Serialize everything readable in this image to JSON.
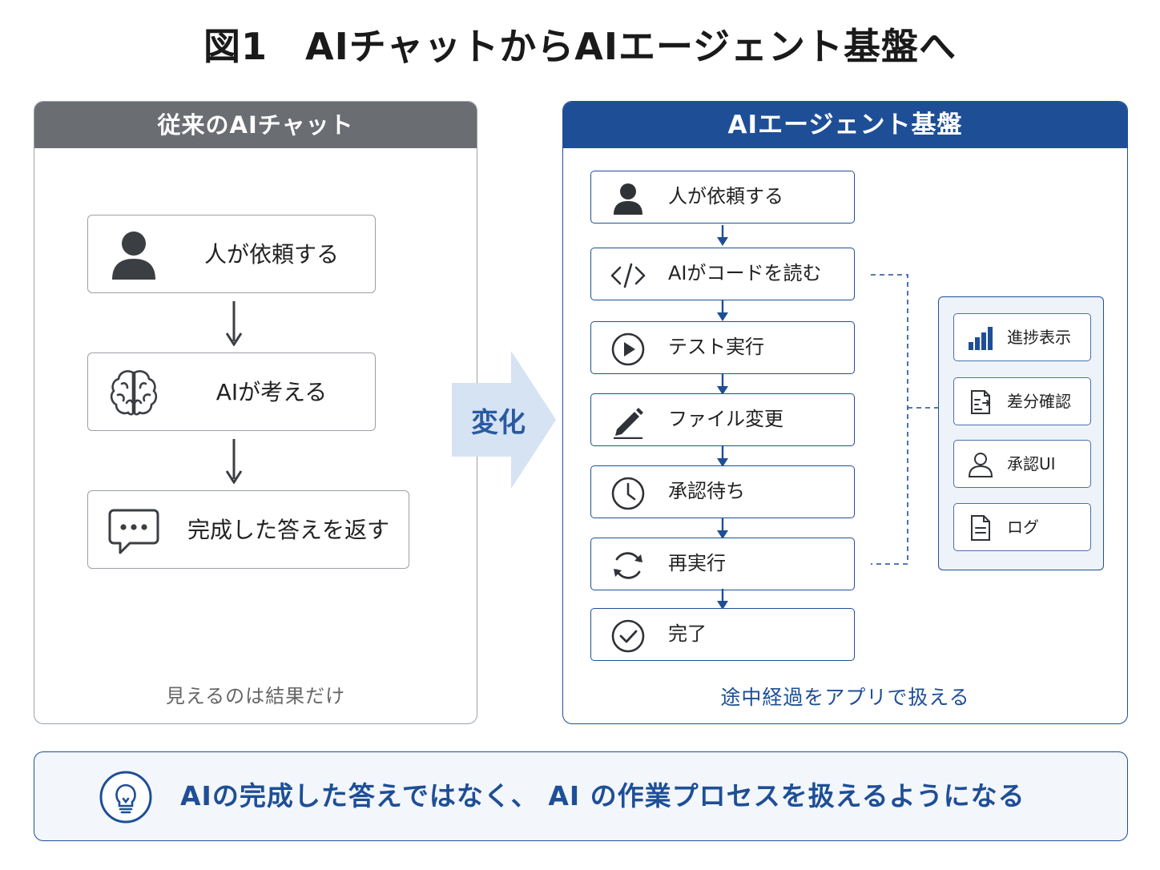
{
  "title": "図1　AIチャットからAIエージェント基盤へ",
  "left_panel": {
    "heading": "従来のAIチャット",
    "steps": [
      {
        "label": "人が依頼する",
        "icon": "person-icon"
      },
      {
        "label": "AIが考える",
        "icon": "brain-icon"
      },
      {
        "label": "完成した答えを返す",
        "icon": "chat-bubble-icon"
      }
    ],
    "footer": "見えるのは結果だけ"
  },
  "transition": {
    "label": "変化"
  },
  "right_panel": {
    "heading": "AIエージェント基盤",
    "steps": [
      {
        "label": "人が依頼する",
        "icon": "person-icon"
      },
      {
        "label": "AIがコードを読む",
        "icon": "code-icon"
      },
      {
        "label": "テスト実行",
        "icon": "play-icon"
      },
      {
        "label": "ファイル変更",
        "icon": "pencil-icon"
      },
      {
        "label": "承認待ち",
        "icon": "clock-icon"
      },
      {
        "label": "再実行",
        "icon": "refresh-icon"
      },
      {
        "label": "完了",
        "icon": "check-circle-icon"
      }
    ],
    "app_features": [
      {
        "label": "進捗表示",
        "icon": "bar-chart-icon"
      },
      {
        "label": "差分確認",
        "icon": "diff-document-icon"
      },
      {
        "label": "承認UI",
        "icon": "user-outline-icon"
      },
      {
        "label": "ログ",
        "icon": "log-document-icon"
      }
    ],
    "footer": "途中経過をアプリで扱える"
  },
  "banner": {
    "text": "AIの完成した答えではなく、 AI の作業プロセスを扱えるようになる",
    "icon": "lightbulb-icon"
  },
  "colors": {
    "accent_blue": "#1e4f96",
    "gray_header": "#6a6d72",
    "arrow_light": "#d6e3f3"
  }
}
